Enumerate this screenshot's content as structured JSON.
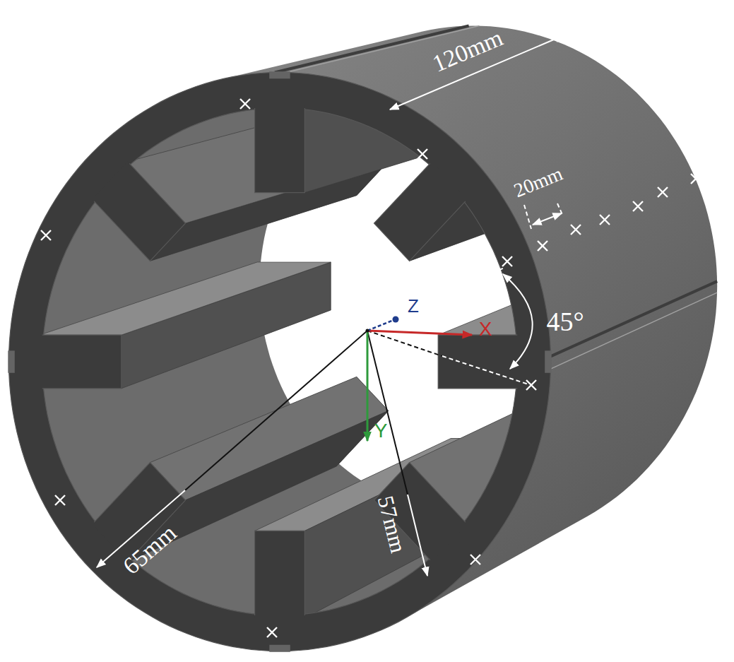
{
  "diagram": {
    "labels": [
      "120mm",
      "20mm",
      "45°",
      "65mm",
      "57mm",
      "X",
      "Y",
      "Z"
    ]
  }
}
